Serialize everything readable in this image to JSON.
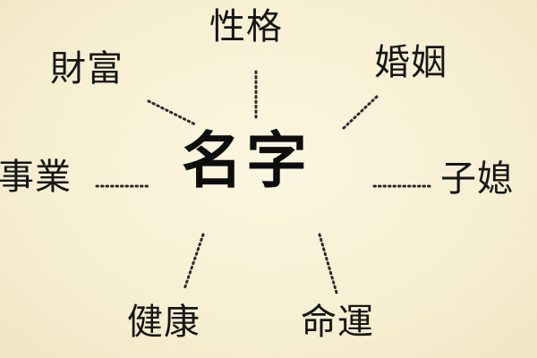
{
  "center": {
    "label": "名字"
  },
  "nodes": [
    {
      "id": "personality",
      "label": "性格"
    },
    {
      "id": "marriage",
      "label": "婚姻"
    },
    {
      "id": "children",
      "label": "子媳"
    },
    {
      "id": "fate",
      "label": "命運"
    },
    {
      "id": "health",
      "label": "健康"
    },
    {
      "id": "career",
      "label": "事業"
    },
    {
      "id": "wealth",
      "label": "財富"
    }
  ],
  "colors": {
    "background": "#f8f1d6",
    "text": "#161616",
    "connector": "#2a2a2a"
  },
  "connector_style": "dotted"
}
